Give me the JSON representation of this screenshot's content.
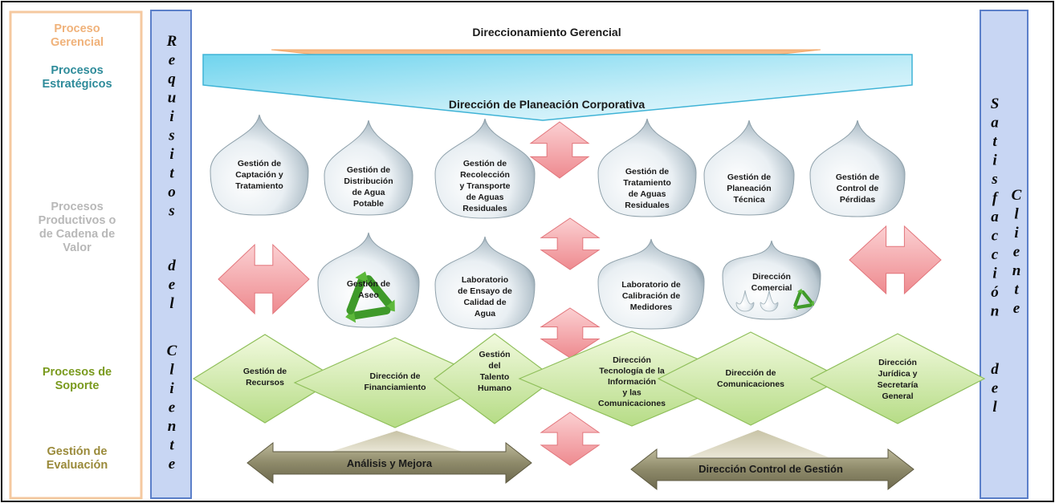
{
  "categories": {
    "gerencial": [
      "Proceso",
      "Gerencial"
    ],
    "estrategicos": [
      "Procesos",
      "Estratégicos"
    ],
    "productivos": [
      "Procesos",
      "Productivos o",
      "de Cadena de",
      "Valor"
    ],
    "soporte": [
      "Procesos de",
      "Soporte"
    ],
    "evaluacion": [
      "Gestión de",
      "Evaluación"
    ]
  },
  "left_column": {
    "word1": [
      "R",
      "e",
      "q",
      "u",
      "i",
      "s",
      "i",
      "t",
      "o",
      "s"
    ],
    "word2": [
      "d",
      "e",
      "l"
    ],
    "word3": [
      "C",
      "l",
      "i",
      "e",
      "n",
      "t",
      "e"
    ]
  },
  "right_column": {
    "satisfaccion": [
      "S",
      "a",
      "t",
      "i",
      "s",
      "f",
      "a",
      "c",
      "c",
      "i",
      "ó",
      "n"
    ],
    "del": [
      "d",
      "e",
      "l"
    ],
    "cliente": [
      "C",
      "l",
      "i",
      "e",
      "n",
      "t",
      "e"
    ]
  },
  "top": {
    "direccionamiento": "Direccionamiento Gerencial",
    "planeacion": "Dirección de Planeación Corporativa"
  },
  "drops_row1": [
    [
      "Gestión de",
      "Captación y",
      "Tratamiento"
    ],
    [
      "Gestión de",
      "Distribución",
      "de Agua",
      "Potable"
    ],
    [
      "Gestión de",
      "Recolección",
      "y Transporte",
      "de Aguas",
      "Residuales"
    ],
    [
      "Gestión de",
      "Tratamiento",
      "de Aguas",
      "Residuales"
    ],
    [
      "Gestión de",
      "Planeación",
      "Técnica"
    ],
    [
      "Gestión de",
      "Control de",
      "Pérdidas"
    ]
  ],
  "drops_row2": [
    [
      "Gestión de",
      "Aseo"
    ],
    [
      "Laboratorio",
      "de Ensayo de",
      "Calidad de",
      "Agua"
    ],
    [
      "Laboratorio de",
      "Calibración de",
      "Medidores"
    ],
    [
      "Dirección",
      "Comercial"
    ]
  ],
  "support": [
    [
      "Gestión de",
      "Recursos"
    ],
    [
      "Dirección  de",
      "Financiamiento"
    ],
    [
      "Gestión",
      "del",
      "Talento",
      "Humano"
    ],
    [
      "Dirección",
      "Tecnología de la",
      "Información",
      "y las",
      "Comunicaciones"
    ],
    [
      "Dirección de",
      "Comunicaciones"
    ],
    [
      "Dirección",
      "Jurídica y",
      "Secretaría",
      "General"
    ]
  ],
  "evaluation": {
    "analisis": "Análisis y Mejora",
    "control": "Dirección Control de Gestión"
  },
  "colors": {
    "gerencial": "#f0b27a",
    "estrategicos": "#2e8b9a",
    "productivos": "#b8b8b8",
    "soporte": "#7a9a1e",
    "evaluacion": "#9a8a3a",
    "column_fill": "#c9d7f2",
    "column_border": "#5b7fc9",
    "diamond": "#d6eeb0",
    "arrow_red": "#f4a0a4",
    "eval_arrow": "#8a8668"
  }
}
